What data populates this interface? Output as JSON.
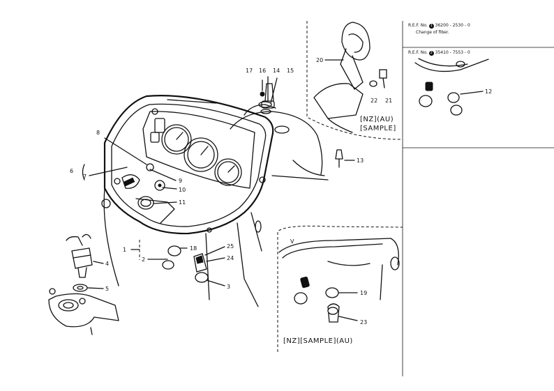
{
  "callouts": {
    "c1": "1",
    "c2": "2",
    "c3": "3",
    "c4": "4",
    "c5": "5",
    "c6": "6",
    "c7": "7",
    "c8": "8",
    "c9": "9",
    "c10": "10",
    "c11": "11",
    "c12": "12",
    "c13": "13",
    "c14": "14",
    "c15": "15",
    "c16": "16",
    "c17": "17",
    "c18": "18",
    "c19": "19",
    "c20": "20",
    "c21": "21",
    "c22": "22",
    "c23": "23",
    "c24": "24",
    "c25": "25"
  },
  "variants": {
    "top_inset": "[NZ](AU)",
    "top_inset_sub": "[SAMPLE]",
    "bottom_inset": "[NZ][SAMPLE](AU)",
    "bottom_letter": "V"
  },
  "ref_notes": {
    "ref1_label": "R.E.F. No.",
    "ref1_code": "36200 - 2530 - 0",
    "ref1_marker": "1",
    "ref1_note": "Change of fiber.",
    "ref2_label": "R.E.F. No.",
    "ref2_code": "35410 - 7553 - 0",
    "ref2_marker": "2"
  }
}
